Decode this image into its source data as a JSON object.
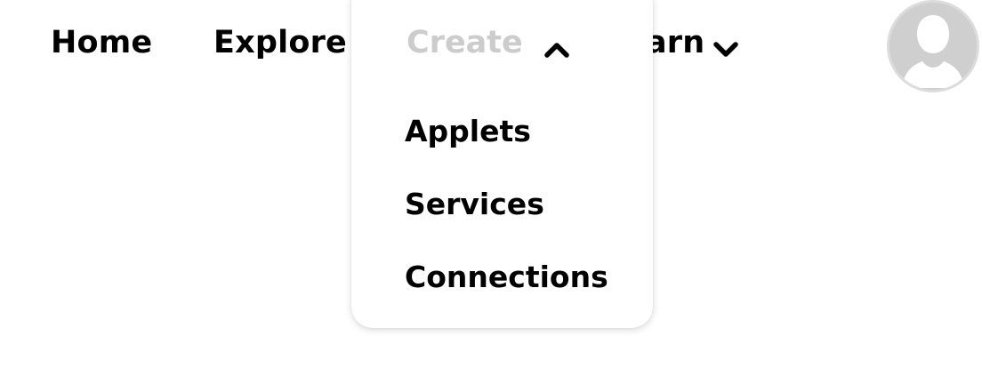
{
  "nav": {
    "home_label": "Home",
    "explore_label": "Explore",
    "create_label": "Create",
    "learn_label": "earn"
  },
  "create_menu": {
    "items": [
      {
        "label": "Applets"
      },
      {
        "label": "Services"
      },
      {
        "label": "Connections"
      }
    ]
  },
  "icons": {
    "create_toggle": "chevron-up-icon",
    "learn_toggle": "chevron-down-icon",
    "avatar": "user-avatar-icon"
  },
  "colors": {
    "text": "#000000",
    "active_trigger_text": "#cccccc",
    "avatar_bg": "#cfcfcf",
    "background": "#ffffff"
  }
}
